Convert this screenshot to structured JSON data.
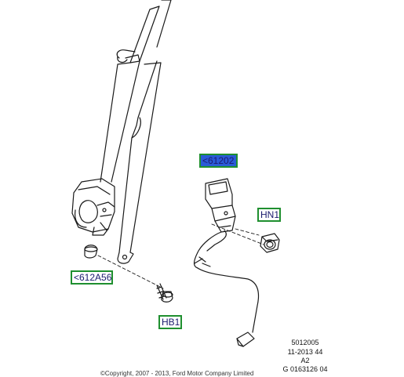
{
  "callouts": {
    "buckle": "<61202",
    "nut": "HN1",
    "retractor_clip": "<612A56",
    "bolt": "HB1"
  },
  "reference": {
    "drawing_no": "5012005",
    "date_code": "11-2013 44",
    "revision": "A2",
    "graphic_id": "G 0163126 04"
  },
  "copyright": "©Copyright, 2007 - 2013, Ford Motor Company Limited",
  "colors": {
    "callout_border": "#1f8f2f",
    "callout_text": "#1a1a6e",
    "callout_highlight": "#2a5bd7",
    "line_art": "#1a1a1a"
  }
}
